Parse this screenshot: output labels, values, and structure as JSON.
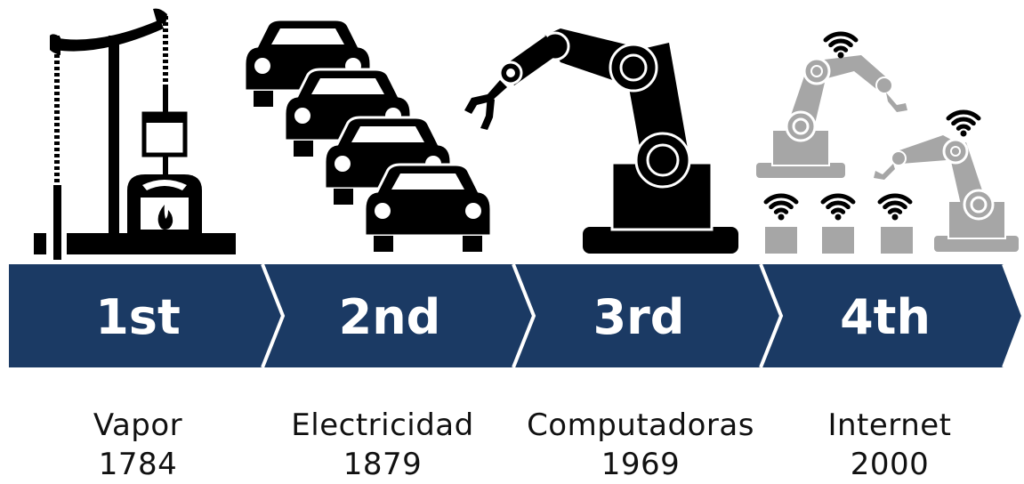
{
  "colors": {
    "arrow_fill": "#1b3a64",
    "chevron_line": "#ffffff",
    "icon_black": "#000000",
    "icon_gray": "#a6a6a6",
    "text": "#111111"
  },
  "revolutions": [
    {
      "ordinal": "1st",
      "name": "Vapor",
      "year": "1784",
      "icon": "steam-engine-icon"
    },
    {
      "ordinal": "2nd",
      "name": "Electricidad",
      "year": "1879",
      "icon": "cars-assembly-line-icon"
    },
    {
      "ordinal": "3rd",
      "name": "Computadoras",
      "year": "1969",
      "icon": "robotic-arm-icon"
    },
    {
      "ordinal": "4th",
      "name": "Internet",
      "year": "2000",
      "icon": "connected-robots-wifi-icon"
    }
  ]
}
